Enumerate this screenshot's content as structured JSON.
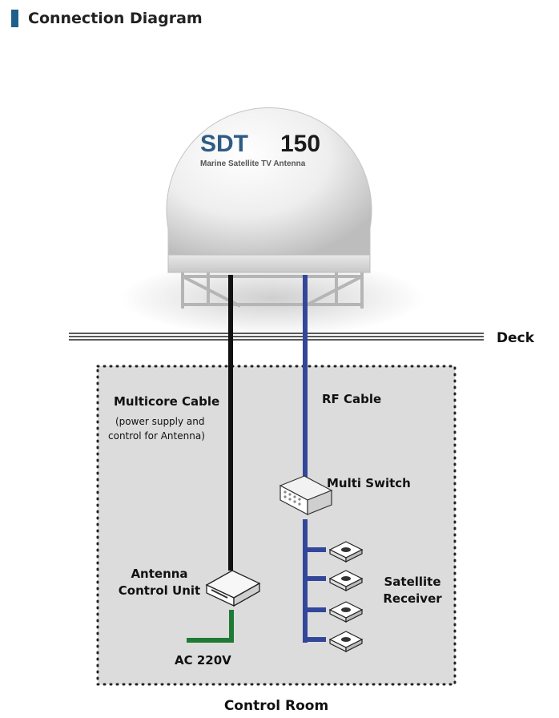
{
  "title": "Connection Diagram",
  "antenna": {
    "brand_prefix": "SDT",
    "brand_number": "150",
    "subtitle": "Marine Satellite TV Antenna"
  },
  "labels": {
    "deck": "Deck",
    "control_room": "Control Room",
    "multicore_cable": "Multicore Cable",
    "multicore_note_1": "(power supply and",
    "multicore_note_2": "control for Antenna)",
    "rf_cable": "RF Cable",
    "multi_switch": "Multi Switch",
    "acu_line_1": "Antenna",
    "acu_line_2": "Control Unit",
    "ac_power": "AC 220V",
    "receiver_line_1": "Satellite",
    "receiver_line_2": "Receiver"
  },
  "colors": {
    "accent": "#1f5f8b",
    "rf_cable": "#33479a",
    "multicore_cable": "#111111",
    "power_cable": "#1f7a35",
    "control_room_fill": "#dcdcdc"
  }
}
